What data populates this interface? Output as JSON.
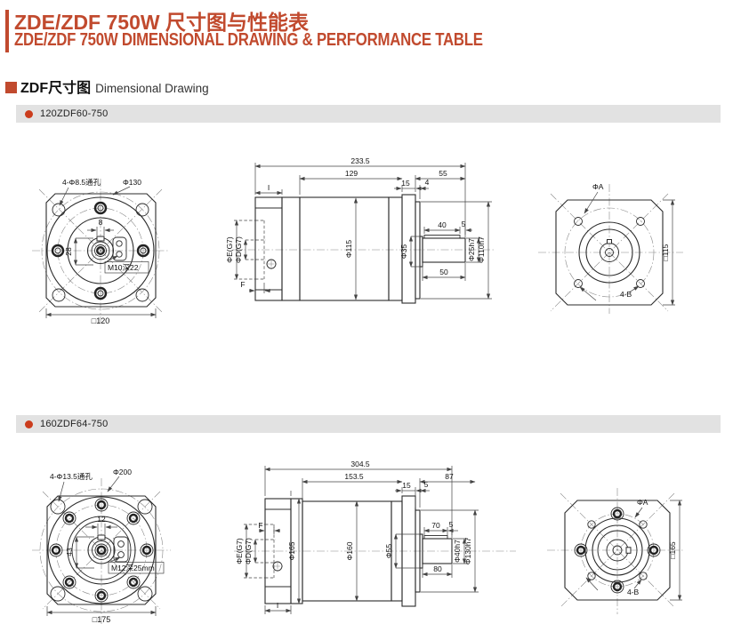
{
  "header": {
    "title_zh": "ZDE/ZDF 750W 尺寸图与性能表",
    "title_en": "ZDE/ZDF 750W DIMENSIONAL DRAWING & PERFORMANCE TABLE"
  },
  "section": {
    "title_zh": "ZDF尺寸图",
    "title_en": "Dimensional Drawing"
  },
  "colors": {
    "accent": "#c14a2e",
    "bar_bg": "#e2e2e2",
    "dot": "#cb3d1d",
    "line": "#2b2b2b"
  },
  "models": [
    {
      "name": "120ZDF60-750",
      "front": {
        "holes": "4-Φ8.5通孔",
        "bolt_circle": "Φ130",
        "key_width": "8",
        "hub_width": "28",
        "tap": "M10深22",
        "square": "□120"
      },
      "side": {
        "overall": "233.5",
        "body_len": "129",
        "output_len": "55",
        "flange_w": "15",
        "spacer": "4",
        "input_w": "I",
        "body_dia": "Φ115",
        "boss_dia": "Φ35",
        "key_len": "40",
        "key_end": "5",
        "shaft_len": "50",
        "shaft_dia": "Φ25h7",
        "pilot_dia": "Φ110h7",
        "bore_e": "ΦE(G7)",
        "bore_d": "ΦD(G7)",
        "step": "F"
      },
      "back": {
        "bolt_circle": "ΦA",
        "square": "□115",
        "holes": "4-B"
      }
    },
    {
      "name": "160ZDF64-750",
      "front": {
        "holes": "4-Φ13.5通孔",
        "bolt_circle": "Φ200",
        "key_width": "12",
        "hub_width": "43",
        "tap": "M12深25mm",
        "square": "□175"
      },
      "side": {
        "overall": "304.5",
        "body_len": "153.5",
        "output_len": "87",
        "flange_w": "15",
        "spacer": "5",
        "input_w": "I",
        "flange_dia": "Φ165",
        "body_dia": "Φ160",
        "boss_dia": "Φ55",
        "key_len": "70",
        "key_end": "5",
        "shaft_len": "80",
        "shaft_dia": "Φ40h7",
        "pilot_dia": "Φ130h7",
        "bore_e": "ΦE(G7)",
        "bore_d": "ΦD(G7)",
        "step": "F"
      },
      "back": {
        "bolt_circle": "ΦA",
        "square": "□165",
        "holes": "4-B"
      }
    }
  ]
}
